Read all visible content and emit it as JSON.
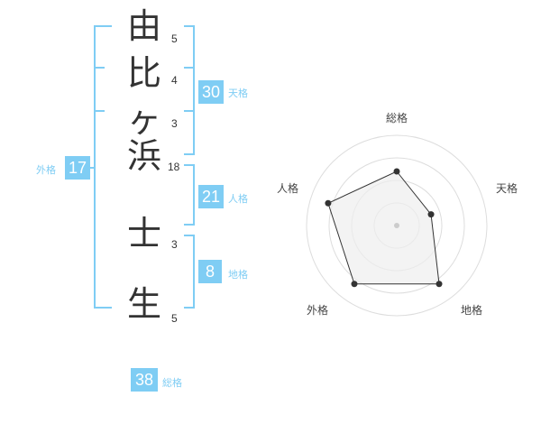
{
  "name": {
    "chars": [
      {
        "char": "由",
        "strokes": "5"
      },
      {
        "char": "比",
        "strokes": "4"
      },
      {
        "char": "ヶ",
        "strokes": "3"
      },
      {
        "char": "浜",
        "strokes": "18"
      },
      {
        "char": "士",
        "strokes": "3"
      },
      {
        "char": "生",
        "strokes": "5"
      }
    ]
  },
  "fortune": {
    "tenkaku": {
      "value": "30",
      "label": "天格"
    },
    "jinkaku": {
      "value": "21",
      "label": "人格"
    },
    "chikaku": {
      "value": "8",
      "label": "地格"
    },
    "gaikaku": {
      "value": "17",
      "label": "外格"
    },
    "soukaku": {
      "value": "38",
      "label": "総格"
    }
  },
  "chart_data": {
    "type": "radar",
    "axes": [
      "総格",
      "天格",
      "地格",
      "外格",
      "人格"
    ],
    "values": [
      3,
      2,
      4,
      4,
      4
    ],
    "range": [
      0,
      5
    ],
    "rings": 4,
    "colors": {
      "fill": "#eeeeee",
      "stroke": "#333333",
      "rings": "#dddddd",
      "center": "#cccccc"
    }
  },
  "colors": {
    "accent": "#7fcdf4",
    "text": "#333333"
  }
}
